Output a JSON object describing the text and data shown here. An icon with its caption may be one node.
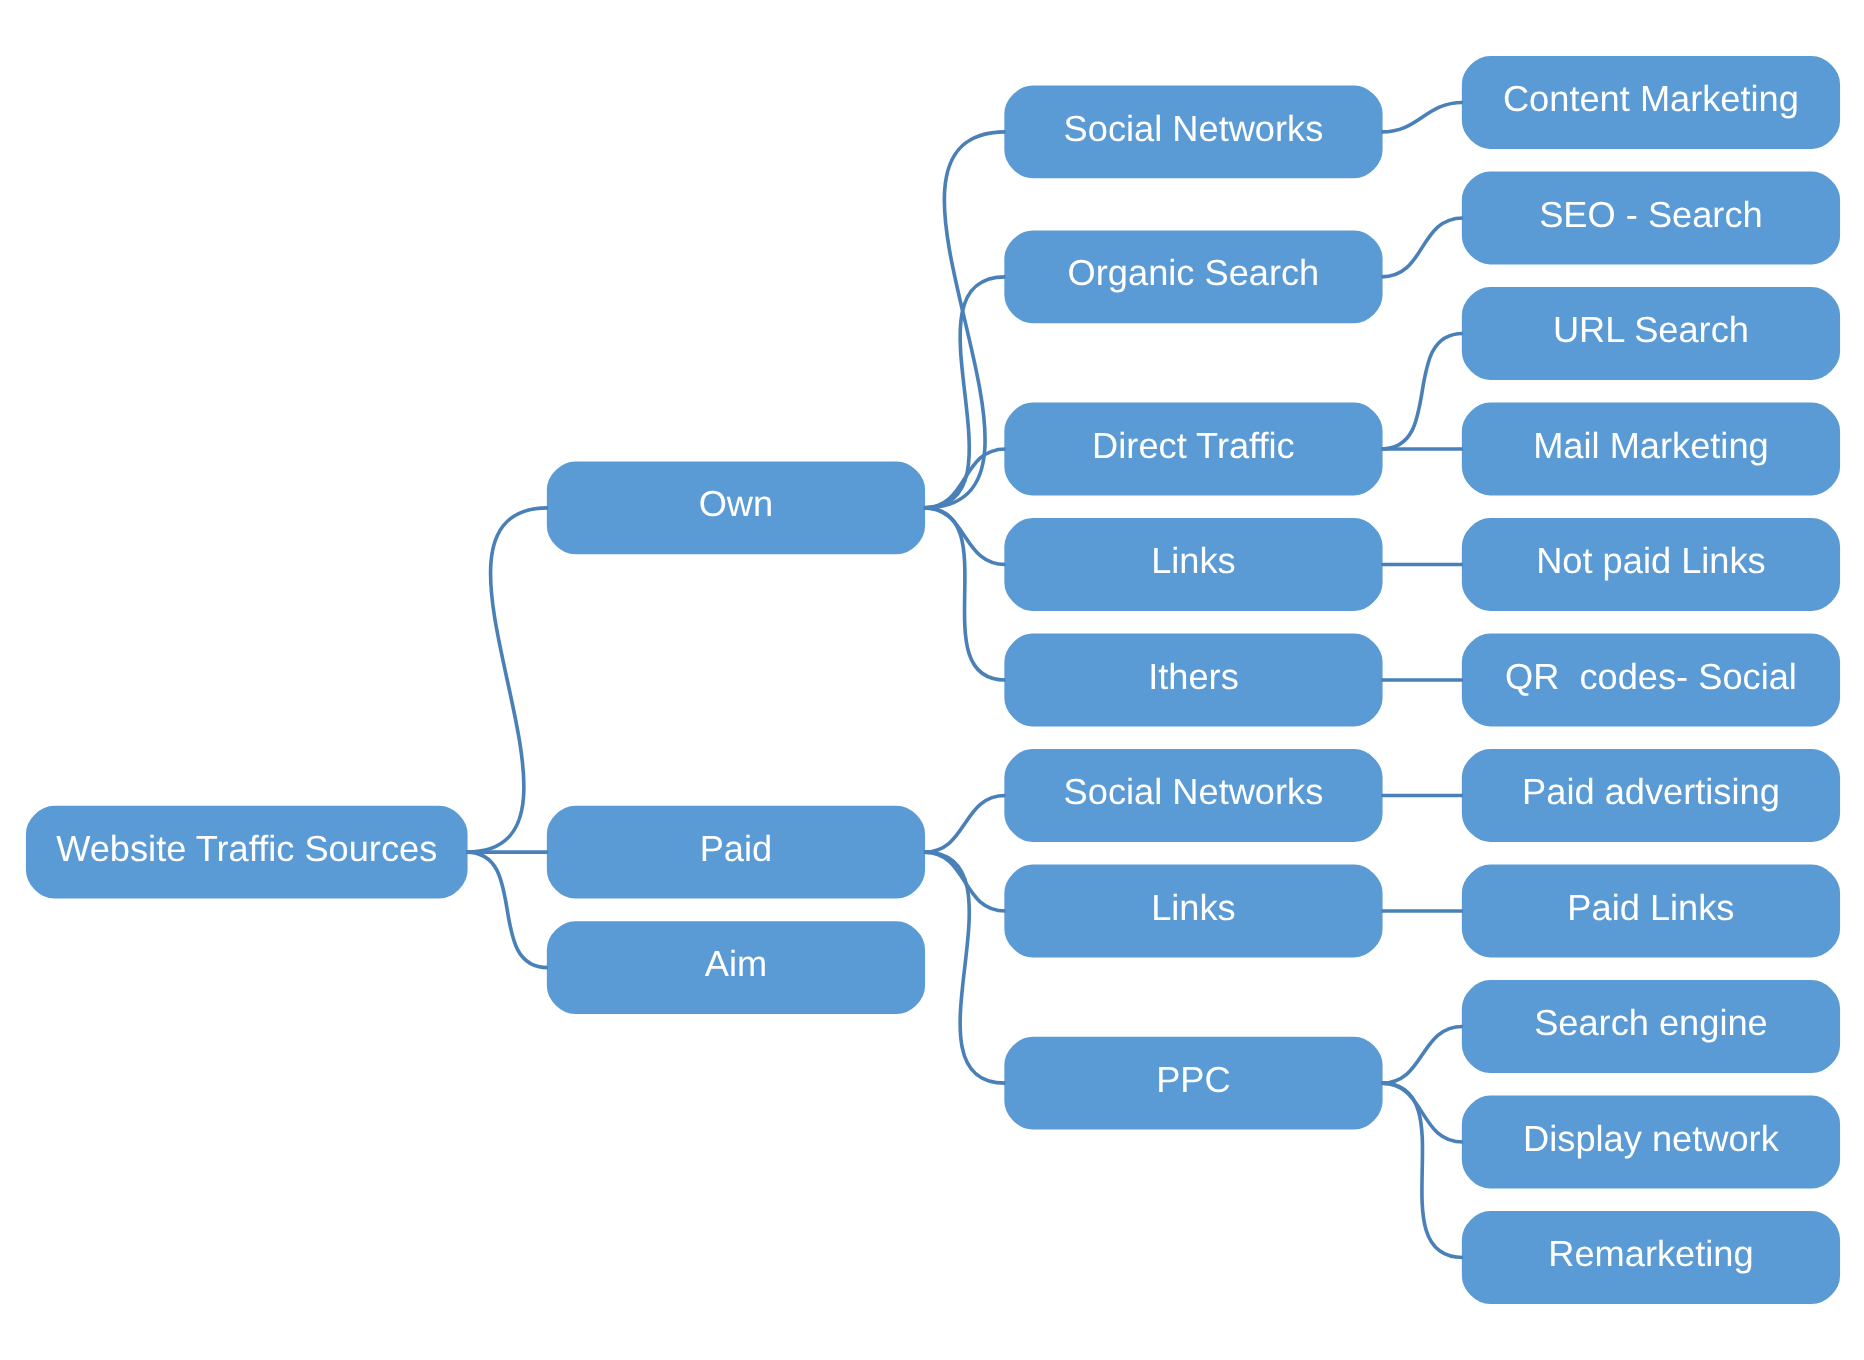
{
  "diagram": {
    "nodes": [
      {
        "text": [
          "Website Traffic Sources"
        ]
      },
      {
        "text": [
          "Own"
        ]
      },
      {
        "text": [
          "Paid"
        ]
      },
      {
        "text": [
          "Aim"
        ]
      },
      {
        "text": [
          "Social Networks"
        ]
      },
      {
        "text": [
          "Organic Search"
        ]
      },
      {
        "text": [
          "Direct Traffic"
        ]
      },
      {
        "text": [
          "Links"
        ]
      },
      {
        "text": [
          "Ithers"
        ]
      },
      {
        "text": [
          "Content Marketing"
        ]
      },
      {
        "text": [
          "SEO - Search"
        ]
      },
      {
        "text": [
          "URL Search"
        ]
      },
      {
        "text": [
          "Mail Marketing"
        ]
      },
      {
        "text": [
          "Not paid Links"
        ]
      },
      {
        "text": [
          "QR  codes- Social"
        ]
      },
      {
        "text": [
          "Social Networks"
        ]
      },
      {
        "text": [
          "Links"
        ]
      },
      {
        "text": [
          "PPC"
        ]
      },
      {
        "text": [
          "Paid advertising"
        ]
      },
      {
        "text": [
          "Paid Links"
        ]
      },
      {
        "text": [
          "Search engine"
        ]
      },
      {
        "text": [
          "Display network"
        ]
      },
      {
        "text": [
          "Remarketing"
        ]
      }
    ],
    "edges": [
      {
        "from": 0,
        "to": 1,
        "arrow": "none"
      },
      {
        "from": 0,
        "to": 2,
        "arrow": "none"
      },
      {
        "from": 0,
        "to": 3,
        "arrow": "none"
      },
      {
        "from": 1,
        "to": 4,
        "arrow": "none"
      },
      {
        "from": 1,
        "to": 5,
        "arrow": "none"
      },
      {
        "from": 1,
        "to": 6,
        "arrow": "none"
      },
      {
        "from": 1,
        "to": 7,
        "arrow": "none"
      },
      {
        "from": 1,
        "to": 8,
        "arrow": "none"
      },
      {
        "from": 4,
        "to": 9,
        "arrow": "none"
      },
      {
        "from": 5,
        "to": 10,
        "arrow": "none"
      },
      {
        "from": 6,
        "to": 11,
        "arrow": "none"
      },
      {
        "from": 6,
        "to": 12,
        "arrow": "none"
      },
      {
        "from": 7,
        "to": 13,
        "arrow": "none"
      },
      {
        "from": 8,
        "to": 14,
        "arrow": "none"
      },
      {
        "from": 2,
        "to": 15,
        "arrow": "none"
      },
      {
        "from": 2,
        "to": 16,
        "arrow": "none"
      },
      {
        "from": 2,
        "to": 17,
        "arrow": "none"
      },
      {
        "from": 15,
        "to": 18,
        "arrow": "none"
      },
      {
        "from": 16,
        "to": 19,
        "arrow": "none"
      },
      {
        "from": 17,
        "to": 20,
        "arrow": "none"
      },
      {
        "from": 17,
        "to": 21,
        "arrow": "none"
      },
      {
        "from": 17,
        "to": 22,
        "arrow": "none"
      }
    ]
  }
}
